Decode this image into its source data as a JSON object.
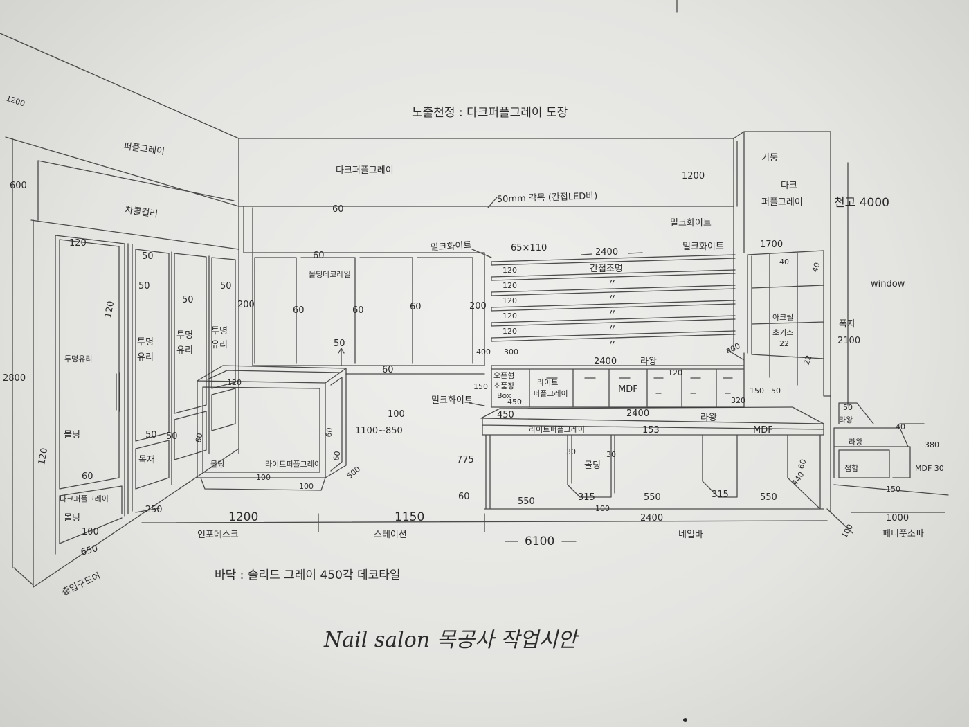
{
  "ceiling_note": "노출천정 : 다크퍼플그레이 도장",
  "left_wall": {
    "ceiling_height_mark": "1200",
    "upper_finish": "퍼플그레이",
    "upper_dim": "600",
    "band_finish": "차콜컬러",
    "wall_height": "2800",
    "dims": [
      "120",
      "50",
      "50",
      "50",
      "50",
      "120",
      "120",
      "60",
      "100",
      "650",
      "-250",
      "50",
      "50"
    ],
    "glass_main": "투명유리",
    "glass_stacked": [
      "투명",
      "유리",
      "투명",
      "유리",
      "투명",
      "유리"
    ],
    "molding": [
      "몰딩",
      "몰딩"
    ],
    "lower_panel_finish": "다크퍼플그레이",
    "wood_label": "목재",
    "entrance": "출입구도어"
  },
  "back_wall": {
    "upper_finish": "다크퍼플그레이",
    "dims": [
      "60",
      "1200",
      "200",
      "60",
      "60",
      "60",
      "200",
      "60",
      "60"
    ],
    "rail_label": "몰딩데코레일"
  },
  "shelving": {
    "led_bar_note": "50mm 각목 (간접LED바)",
    "finish_labels": [
      "밀크화이트",
      "밀크화이트",
      "밀크화이트"
    ],
    "section": "65×110",
    "length": "2400",
    "lighting": "간접조명",
    "spacing": [
      "120",
      "120",
      "120",
      "120",
      "120"
    ],
    "ditto": [
      "〃",
      "〃",
      "〃",
      "〃",
      "〃"
    ]
  },
  "column": {
    "label": "기둥",
    "finish": [
      "다크",
      "퍼플그레이"
    ],
    "ceiling_height": "천고 4000"
  },
  "window": {
    "width": "1700",
    "dims": [
      "40",
      "40",
      "22",
      "22"
    ],
    "material": [
      "아크릴",
      "초기스"
    ],
    "label": "window",
    "height": [
      "폭자",
      "2100"
    ]
  },
  "upper_cabinet": {
    "dims": [
      "400",
      "300",
      "2400",
      "120",
      "150",
      "450",
      "320",
      "150",
      "50",
      "400"
    ],
    "material": "라왕",
    "open_box": [
      "오픈형",
      "소품장",
      "Box"
    ],
    "finish": [
      "라이트",
      "퍼플그레이"
    ],
    "mdf": "MDF"
  },
  "counter": {
    "finish_note": "밀크화이트",
    "dims": [
      "450",
      "2400",
      "153",
      "775",
      "60",
      "30",
      "30",
      "315",
      "100",
      "550",
      "550",
      "315",
      "550",
      "2400",
      "60",
      "440"
    ],
    "material": "라왕",
    "face_finish": "라이트퍼플그레이",
    "mdf": "MDF",
    "molding": "몰딩"
  },
  "info_desk": {
    "dims": [
      "50",
      "120",
      "60",
      "100",
      "100",
      "60",
      "60",
      "500",
      "100",
      "1100~850"
    ],
    "molding": "몰딩",
    "finish": "라이트퍼플그레이"
  },
  "floor": {
    "dims": [
      "1200",
      "1150",
      "6100"
    ],
    "zones": [
      "인포데스크",
      "스테이션",
      "네일바"
    ],
    "note": "바닥 : 솔리드 그레이 450각 데코타일"
  },
  "pedi_area": {
    "dims": [
      "50",
      "40",
      "380",
      "150",
      "1000",
      "100"
    ],
    "materials": [
      "라왕",
      "라왕"
    ],
    "mdf": "MDF 30",
    "joint": "접합",
    "label": "페디풋소파"
  },
  "title": "Nail salon 목공사 작업시안",
  "colors": {
    "paper": "#e4e4e1",
    "pencil": "#2f2f2f"
  }
}
